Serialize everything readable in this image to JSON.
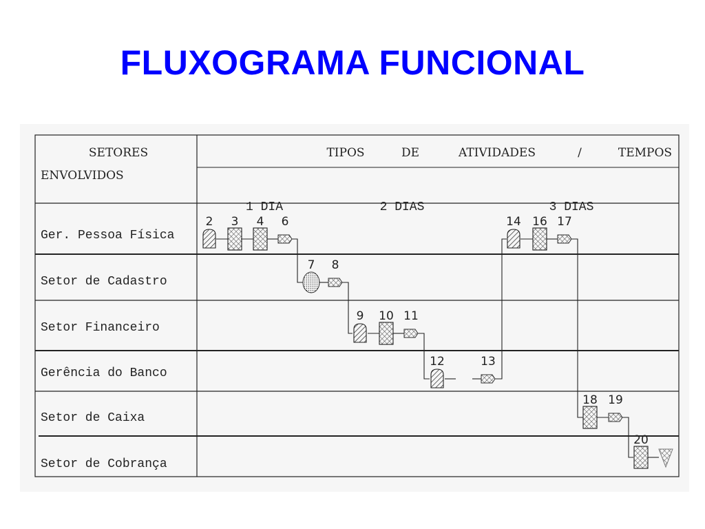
{
  "title": "FLUXOGRAMA FUNCIONAL",
  "colors": {
    "title": "#0000ff",
    "lines": "#222222",
    "panel": "#f6f6f6"
  },
  "header": {
    "sectors_line1": "SETORES",
    "sectors_line2": "ENVOLVIDOS",
    "activities": [
      "TIPOS",
      "DE",
      "ATIVIDADES",
      "/",
      "TEMPOS"
    ]
  },
  "time_marks": [
    "1 DIA",
    "2 DIAS",
    "3 DIAS"
  ],
  "sectors": [
    "Ger. Pessoa Física",
    "Setor de Cadastro",
    "Setor Financeiro",
    "Gerência do Banco",
    "Setor de Caixa",
    "Setor de Cobrança"
  ],
  "steps": [
    {
      "num": "2",
      "type": "operation",
      "sector": 0
    },
    {
      "num": "3",
      "type": "inspection",
      "sector": 0
    },
    {
      "num": "4",
      "type": "inspection",
      "sector": 0
    },
    {
      "num": "6",
      "type": "transport",
      "sector": 0
    },
    {
      "num": "7",
      "type": "decision",
      "sector": 1
    },
    {
      "num": "8",
      "type": "transport",
      "sector": 1
    },
    {
      "num": "9",
      "type": "operation",
      "sector": 2
    },
    {
      "num": "10",
      "type": "inspection",
      "sector": 2
    },
    {
      "num": "11",
      "type": "transport",
      "sector": 2
    },
    {
      "num": "12",
      "type": "operation",
      "sector": 3
    },
    {
      "num": "13",
      "type": "transport",
      "sector": 3
    },
    {
      "num": "14",
      "type": "operation",
      "sector": 0
    },
    {
      "num": "16",
      "type": "inspection",
      "sector": 0
    },
    {
      "num": "17",
      "type": "transport",
      "sector": 0
    },
    {
      "num": "18",
      "type": "inspection",
      "sector": 4
    },
    {
      "num": "19",
      "type": "transport",
      "sector": 4
    },
    {
      "num": "20",
      "type": "inspection",
      "sector": 5
    },
    {
      "num": "",
      "type": "storage",
      "sector": 5
    }
  ]
}
